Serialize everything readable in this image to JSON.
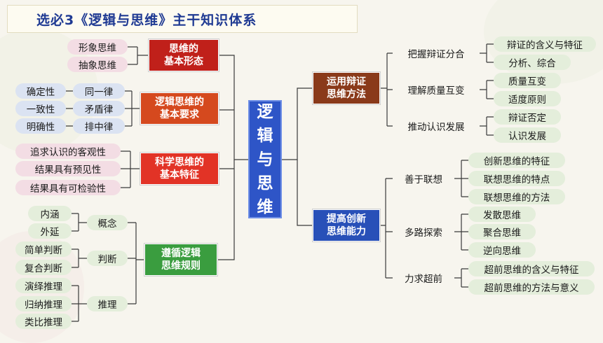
{
  "title": "选必3《逻辑与思维》主干知识体系",
  "core": "逻辑与思维",
  "left": {
    "forms": {
      "label": "思维的\n基本形态",
      "items": [
        "形象思维",
        "抽象思维"
      ]
    },
    "requirements": {
      "label": "逻辑思维的\n基本要求",
      "laws": [
        "同一律",
        "矛盾律",
        "排中律"
      ],
      "properties": [
        "确定性",
        "一致性",
        "明确性"
      ]
    },
    "features": {
      "label": "科学思维的\n基本特征",
      "items": [
        "追求认识的客观性",
        "结果具有预见性",
        "结果具有可检验性"
      ]
    },
    "rules": {
      "label": "遵循逻辑\n思维规则",
      "groups": [
        {
          "name": "概念",
          "items": [
            "内涵",
            "外延"
          ]
        },
        {
          "name": "判断",
          "items": [
            "简单判断",
            "复合判断"
          ]
        },
        {
          "name": "推理",
          "items": [
            "演绎推理",
            "归纳推理",
            "类比推理"
          ]
        }
      ]
    }
  },
  "right": {
    "dialectics": {
      "label": "运用辩证\n思维方法",
      "groups": [
        {
          "name": "把握辩证分合",
          "items": [
            "辩证的含义与特征",
            "分析、综合"
          ]
        },
        {
          "name": "理解质量互变",
          "items": [
            "质量互变",
            "适度原则"
          ]
        },
        {
          "name": "推动认识发展",
          "items": [
            "辩证否定",
            "认识发展"
          ]
        }
      ]
    },
    "innovation": {
      "label": "提高创新\n思维能力",
      "groups": [
        {
          "name": "善于联想",
          "items": [
            "创新思维的特征",
            "联想思维的特点",
            "联想思维的方法"
          ]
        },
        {
          "name": "多路探索",
          "items": [
            "发散思维",
            "聚合思维",
            "逆向思维"
          ]
        },
        {
          "name": "力求超前",
          "items": [
            "超前思维的含义与特征",
            "超前思维的方法与意义"
          ]
        }
      ]
    }
  },
  "colors": {
    "title": "#1f3a93",
    "core": "#2e55c7",
    "forms": "#c0201a",
    "requirements": "#d5491e",
    "features": "#e23326",
    "rules": "#3a9d3f",
    "dialectics": "#8a3a1a",
    "innovation": "#2850b8",
    "line": "#3a3a3a"
  }
}
